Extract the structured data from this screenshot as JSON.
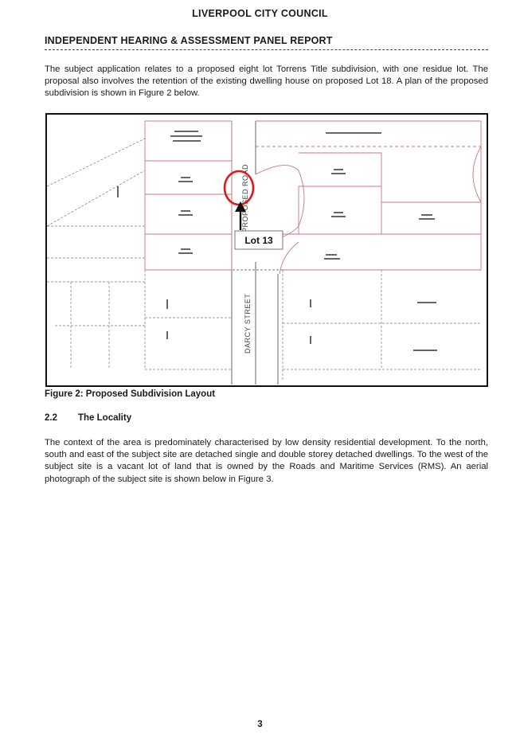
{
  "header": {
    "council": "LIVERPOOL CITY COUNCIL",
    "report_title": "INDEPENDENT HEARING & ASSESSMENT PANEL REPORT"
  },
  "intro_paragraph": "The subject application relates to a proposed eight lot Torrens Title subdivision, with one residue lot. The proposal also involves the retention of the existing dwelling house on proposed Lot 18. A plan of the proposed subdivision is shown in Figure 2 below.",
  "figure": {
    "callout_label": "Lot 13",
    "street_label": "DARCY STREET",
    "road_label": "PROPOSED ROAD",
    "highlight_color": "#e0191f",
    "lot_line_color": "#c9787b",
    "caption": "Figure 2: Proposed Subdivision Layout"
  },
  "section": {
    "number": "2.2",
    "title": "The Locality"
  },
  "locality_paragraph": "The context of the area is predominately characterised by low density residential development. To the north, south and east of the subject site are detached single and double storey detached dwellings. To the west of the subject site is a vacant lot of land that is owned by the Roads and Maritime Services (RMS). An aerial photograph of the subject site is shown below in Figure 3.",
  "footer": {
    "page_number": "3"
  }
}
